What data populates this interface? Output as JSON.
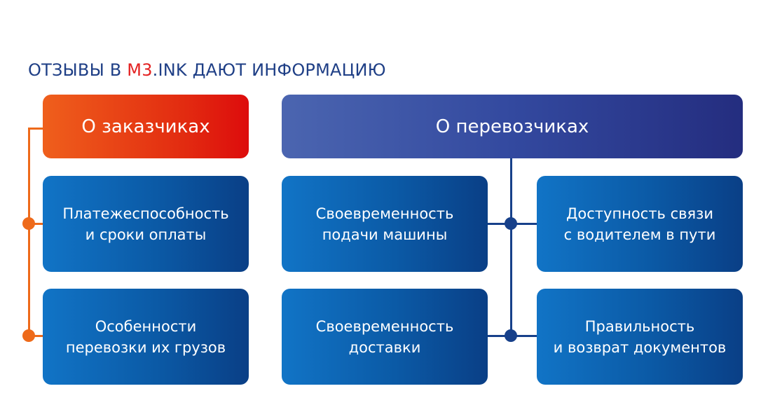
{
  "title": {
    "part1": "ОТЗЫВЫ В ",
    "brand": "M3",
    "part2": ".INK ДАЮТ ИНФОРМАЦИЮ"
  },
  "left": {
    "header": "О заказчиках",
    "items": [
      {
        "line1": "Платежеспособность",
        "line2": "и сроки оплаты"
      },
      {
        "line1": "Особенности",
        "line2": "перевозки их грузов"
      }
    ]
  },
  "right": {
    "header": "О перевозчиках",
    "items": [
      {
        "line1": "Своевременность",
        "line2": "подачи машины"
      },
      {
        "line1": "Доступность связи",
        "line2": "с водителем в пути"
      },
      {
        "line1": "Своевременность",
        "line2": "доставки"
      },
      {
        "line1": "Правильность",
        "line2": "и возврат документов"
      }
    ]
  },
  "colors": {
    "title": "#1f3f86",
    "brand": "#e32222",
    "orange_connector": "#ee6a1a",
    "blue_connector": "#17408a"
  }
}
